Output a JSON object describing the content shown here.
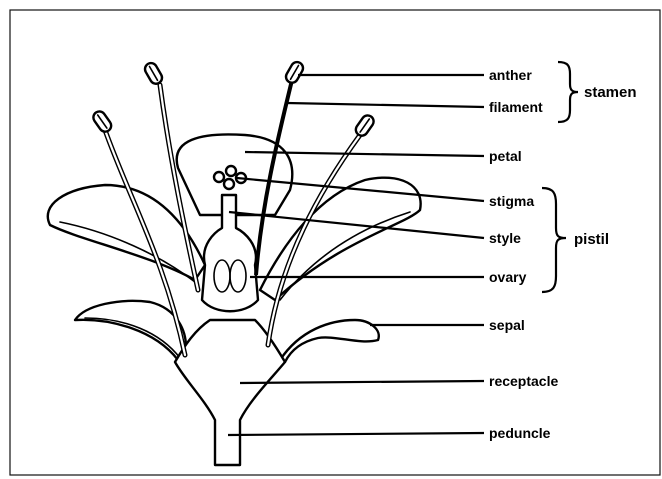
{
  "labels": {
    "anther": "anther",
    "filament": "filament",
    "petal": "petal",
    "stigma": "stigma",
    "style": "style",
    "ovary": "ovary",
    "sepal": "sepal",
    "receptacle": "receptacle",
    "peduncle": "peduncle"
  },
  "groups": {
    "stamen": "stamen",
    "pistil": "pistil"
  },
  "colors": {
    "ink": "#000000",
    "paper": "#ffffff"
  }
}
